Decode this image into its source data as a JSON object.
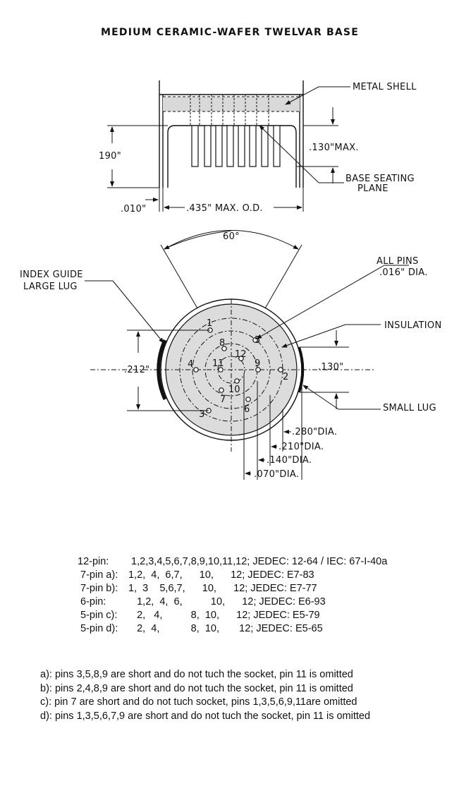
{
  "title": "MEDIUM CERAMIC-WAFER TWELVAR BASE",
  "labels": {
    "metal_shell": "METAL SHELL",
    "height": "190\"",
    "max_130": ".130\"MAX.",
    "base_seating_1": "BASE SEATING",
    "base_seating_2": "PLANE",
    "wall": ".010\"",
    "od": ".435\" MAX. O.D.",
    "angle": "60°",
    "all_pins_1": "ALL PINS",
    "all_pins_2": ".016\" DIA.",
    "index_1": "INDEX GUIDE",
    "index_2": "LARGE LUG",
    "insulation": "INSULATION",
    "dim_212": ".212\"",
    "dim_130": ".130\"",
    "small_lug": "SMALL LUG",
    "dia_280": ".280\"DIA.",
    "dia_210": ".210\"DIA.",
    "dia_140": ".140\"DIA.",
    "dia_070": ".070\"DIA."
  },
  "pins": [
    "1",
    "2",
    "3",
    "4",
    "5",
    "6",
    "7",
    "8",
    "9",
    "10",
    "11",
    "12"
  ],
  "variants": [
    {
      "name": "12-pin:",
      "spec": "  1,2,3,4,5,6,7,8,9,10,11,12; JEDEC: 12-64 / IEC: 67-I-40a"
    },
    {
      "name": " 7-pin a):",
      "spec": " 1,2,  4,  6,7,      10,      12; JEDEC: E7-83"
    },
    {
      "name": " 7-pin b):",
      "spec": " 1,  3    5,6,7,      10,      12; JEDEC: E7-77"
    },
    {
      "name": " 6-pin:",
      "spec": "    1,2,  4,  6,          10,      12; JEDEC: E6-93"
    },
    {
      "name": " 5-pin c):",
      "spec": "    2,   4,          8,  10,      12; JEDEC: E5-79"
    },
    {
      "name": " 5-pin d):",
      "spec": "    2,  4,           8,  10,       12; JEDEC: E5-65"
    }
  ],
  "notes": [
    "a): pins 3,5,8,9 are short and do not tuch the socket, pin 11 is omitted",
    "b): pins 2,4,8,9 are short and do not tuch the socket, pin 11 is omitted",
    "c): pin 7 are short and do not tuch socket, pins 1,3,5,6,9,11are omitted",
    "d): pins 1,3,5,6,7,9 are short and do not tuch the socket, pin 11 is omitted"
  ]
}
